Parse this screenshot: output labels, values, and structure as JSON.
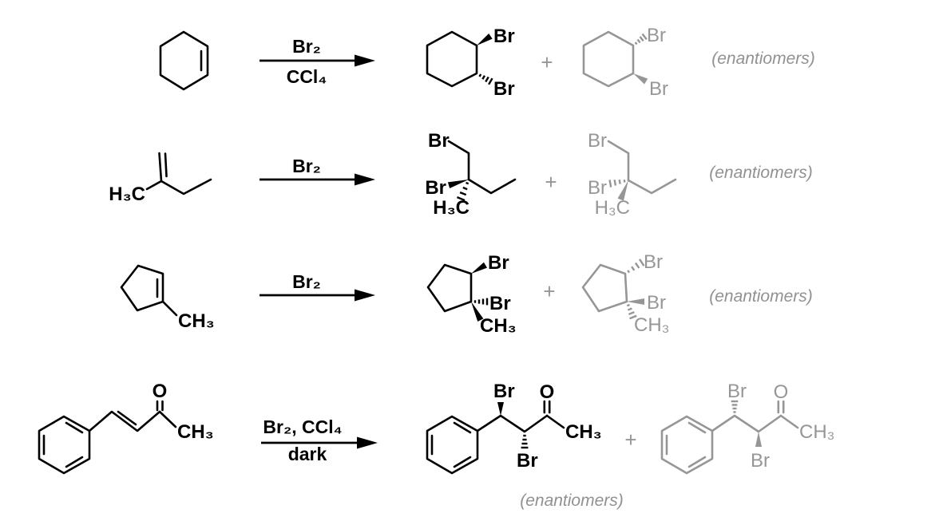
{
  "colors": {
    "structure_black": "#000000",
    "structure_gray": "#969696",
    "note_gray": "#919191",
    "background": "#ffffff"
  },
  "shared": {
    "br": "Br",
    "ch3": "CH₃",
    "h3c": "H₃C",
    "o": "O",
    "plus": "+",
    "enantiomers_note": "(enantiomers)"
  },
  "reactions": [
    {
      "reagent_above": "Br₂",
      "reagent_below": "CCl₄"
    },
    {
      "reagent_above": "Br₂"
    },
    {
      "reagent_above": "Br₂"
    },
    {
      "reagent_above": "Br₂, CCl₄",
      "reagent_below": "dark"
    }
  ]
}
